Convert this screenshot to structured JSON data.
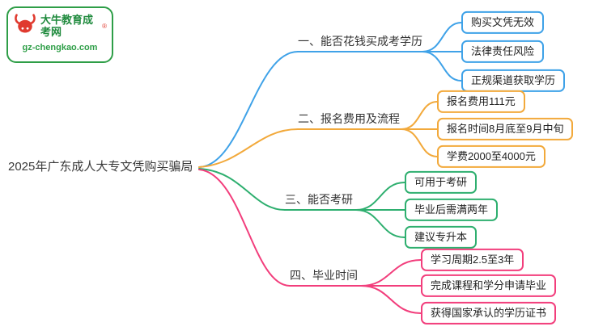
{
  "logo": {
    "title": "大牛教育成考网",
    "mark": "®",
    "url": "gz-chengkao.com",
    "border_color": "#2e9e47",
    "icon": "bull-icon",
    "icon_color": "#e03a2f"
  },
  "root": {
    "label": "2025年广东成人大专文凭购买骗局"
  },
  "branches": [
    {
      "label": "一、能否花钱买成考学历",
      "color": "#3fa2e8",
      "children": [
        "购买文凭无效",
        "法律责任风险",
        "正规渠道获取学历"
      ]
    },
    {
      "label": "二、报名费用及流程",
      "color": "#f2a93b",
      "children": [
        "报名费用111元",
        "报名时间8月底至9月中旬",
        "学费2000至4000元"
      ]
    },
    {
      "label": "三、能否考研",
      "color": "#2eaf6f",
      "children": [
        "可用于考研",
        "毕业后需满两年",
        "建议专升本"
      ]
    },
    {
      "label": "四、毕业时间",
      "color": "#f23e7c",
      "children": [
        "学习周期2.5至3年",
        "完成课程和学分申请毕业",
        "获得国家承认的学历证书"
      ]
    }
  ]
}
